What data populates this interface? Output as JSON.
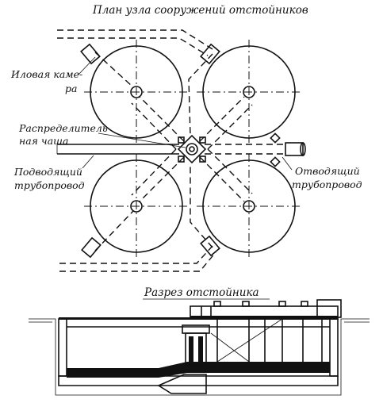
{
  "plan": {
    "title": "План узла сооружений отстойников",
    "labels": {
      "sludge_chamber_line1": "Иловая каме-",
      "sludge_chamber_line2": "ра",
      "distributor_line1": "Распределитель",
      "distributor_line2": "ная чаша",
      "inlet_line1": "Подводящий",
      "inlet_line2": "трубопровод",
      "outlet_line1": "Отводящий",
      "outlet_line2": "трубопровод"
    }
  },
  "section": {
    "title": "Разрез отстойника"
  }
}
